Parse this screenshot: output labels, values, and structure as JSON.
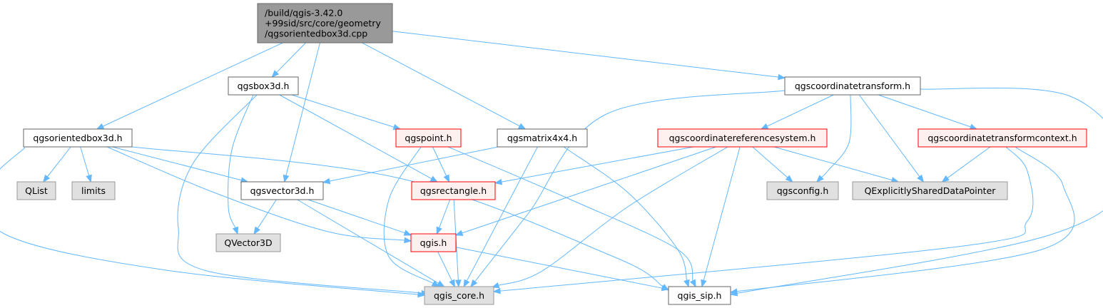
{
  "graph": {
    "colors": {
      "edge": "#63b8ff",
      "root_fill": "#999999",
      "root_border": "#666666",
      "normal_fill": "#ffffff",
      "normal_border": "#666666",
      "external_fill": "#e0e0e0",
      "external_border": "#999999",
      "truncated_fill": "#fff0f0",
      "truncated_border": "#ff0000"
    },
    "nodes": [
      {
        "id": "root",
        "kind": "root",
        "label": "/build/qgis-3.42.0\n+99sid/src/core/geometry\n/qgsorientedbox3d.cpp"
      },
      {
        "id": "qgsbox3d",
        "kind": "normal",
        "label": "qgsbox3d.h"
      },
      {
        "id": "qgscoordinatetransform",
        "kind": "normal",
        "label": "qgscoordinatetransform.h"
      },
      {
        "id": "qgsorientedbox3d",
        "kind": "normal",
        "label": "qgsorientedbox3d.h"
      },
      {
        "id": "qgspoint",
        "kind": "truncated",
        "label": "qgspoint.h"
      },
      {
        "id": "qgsmatrix4x4",
        "kind": "normal",
        "label": "qgsmatrix4x4.h"
      },
      {
        "id": "qgscrs",
        "kind": "truncated",
        "label": "qgscoordinatereferencesystem.h"
      },
      {
        "id": "qgsctcontext",
        "kind": "truncated",
        "label": "qgscoordinatetransformcontext.h"
      },
      {
        "id": "QList",
        "kind": "external",
        "label": "QList"
      },
      {
        "id": "limits",
        "kind": "external",
        "label": "limits"
      },
      {
        "id": "qgsvector3d",
        "kind": "normal",
        "label": "qgsvector3d.h"
      },
      {
        "id": "qgsrectangle",
        "kind": "truncated",
        "label": "qgsrectangle.h"
      },
      {
        "id": "qgsconfig",
        "kind": "external",
        "label": "qgsconfig.h"
      },
      {
        "id": "QESDP",
        "kind": "external",
        "label": "QExplicitlySharedDataPointer"
      },
      {
        "id": "QVector3D",
        "kind": "external",
        "label": "QVector3D"
      },
      {
        "id": "qgis",
        "kind": "truncated",
        "label": "qgis.h"
      },
      {
        "id": "qgis_core",
        "kind": "external",
        "label": "qgis_core.h"
      },
      {
        "id": "qgis_sip",
        "kind": "normal",
        "label": "qgis_sip.h"
      }
    ],
    "edges": [
      [
        "root",
        "qgsbox3d"
      ],
      [
        "root",
        "qgsvector3d"
      ],
      [
        "root",
        "qgsorientedbox3d"
      ],
      [
        "root",
        "qgsmatrix4x4"
      ],
      [
        "root",
        "qgscoordinatetransform"
      ],
      [
        "qgsbox3d",
        "qgspoint"
      ],
      [
        "qgsbox3d",
        "qgsrectangle"
      ],
      [
        "qgsbox3d",
        "QVector3D"
      ],
      [
        "qgsbox3d",
        "qgis_core"
      ],
      [
        "qgsorientedbox3d",
        "QList"
      ],
      [
        "qgsorientedbox3d",
        "limits"
      ],
      [
        "qgsorientedbox3d",
        "qgsvector3d"
      ],
      [
        "qgsorientedbox3d",
        "qgis"
      ],
      [
        "qgsorientedbox3d",
        "qgis_core"
      ],
      [
        "qgsorientedbox3d",
        "qgis_sip"
      ],
      [
        "qgspoint",
        "qgsrectangle"
      ],
      [
        "qgspoint",
        "qgis_core"
      ],
      [
        "qgspoint",
        "qgis_sip"
      ],
      [
        "qgsmatrix4x4",
        "qgsvector3d"
      ],
      [
        "qgsmatrix4x4",
        "qgis_core"
      ],
      [
        "qgsmatrix4x4",
        "qgis_sip"
      ],
      [
        "qgsvector3d",
        "QVector3D"
      ],
      [
        "qgsvector3d",
        "qgis"
      ],
      [
        "qgsvector3d",
        "qgis_core"
      ],
      [
        "qgsrectangle",
        "qgis"
      ],
      [
        "qgsrectangle",
        "qgis_core"
      ],
      [
        "qgis",
        "qgis_core"
      ],
      [
        "qgis",
        "qgis_sip"
      ],
      [
        "qgscoordinatetransform",
        "qgscrs"
      ],
      [
        "qgscoordinatetransform",
        "qgsctcontext"
      ],
      [
        "qgscoordinatetransform",
        "qgsconfig"
      ],
      [
        "qgscoordinatetransform",
        "QESDP"
      ],
      [
        "qgscoordinatetransform",
        "qgis_core"
      ],
      [
        "qgscoordinatetransform",
        "qgis_sip"
      ],
      [
        "qgscrs",
        "qgsrectangle"
      ],
      [
        "qgscrs",
        "qgis"
      ],
      [
        "qgscrs",
        "qgsconfig"
      ],
      [
        "qgscrs",
        "QESDP"
      ],
      [
        "qgscrs",
        "qgis_core"
      ],
      [
        "qgscrs",
        "qgis_sip"
      ],
      [
        "qgsctcontext",
        "QESDP"
      ],
      [
        "qgsctcontext",
        "qgis_core"
      ],
      [
        "qgsctcontext",
        "qgis_sip"
      ]
    ]
  }
}
